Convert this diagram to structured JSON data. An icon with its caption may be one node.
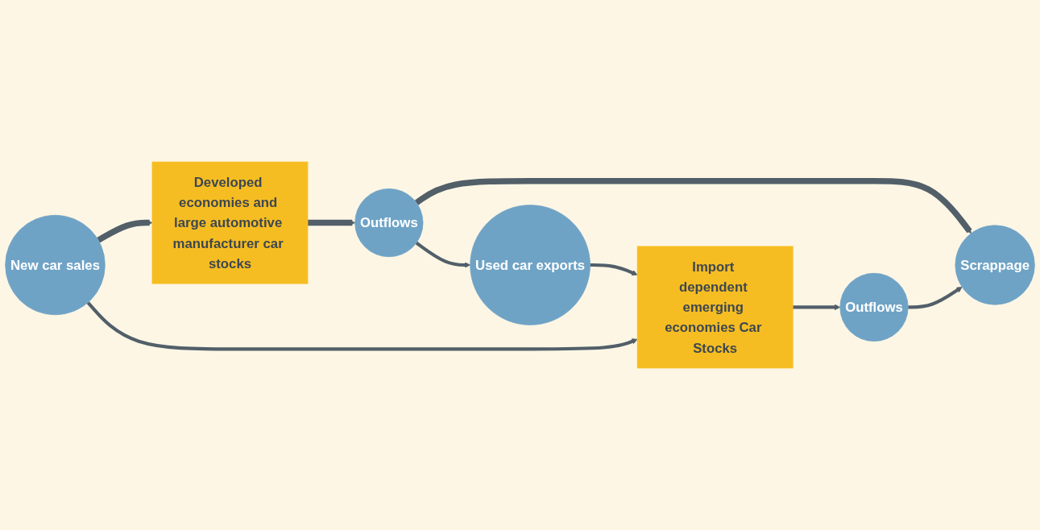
{
  "diagram": {
    "nodes": [
      {
        "text": [
          "New car sales"
        ]
      },
      {
        "text": [
          "Developed economies and large automotive manufacturer car stocks"
        ]
      },
      {
        "text": [
          "Outflows"
        ]
      },
      {
        "text": [
          "Scrappage"
        ]
      },
      {
        "text": [
          "Used car exports"
        ]
      },
      {
        "text": [
          "Import dependent emerging economies Car Stocks"
        ]
      },
      {
        "text": [
          "Outflows"
        ]
      }
    ],
    "edges": [
      {
        "from": 0,
        "to": 1,
        "arrow": "to",
        "style": "thick"
      },
      {
        "from": 1,
        "to": 2,
        "arrow": "to",
        "style": "thick"
      },
      {
        "from": 2,
        "to": 3,
        "arrow": "to",
        "style": "thick"
      },
      {
        "from": 2,
        "to": 4,
        "arrow": "to"
      },
      {
        "from": 4,
        "to": 5,
        "arrow": "to"
      },
      {
        "from": 0,
        "to": 5,
        "arrow": "to"
      },
      {
        "from": 5,
        "to": 6,
        "arrow": "to"
      },
      {
        "from": 6,
        "to": 3,
        "arrow": "to"
      }
    ]
  }
}
